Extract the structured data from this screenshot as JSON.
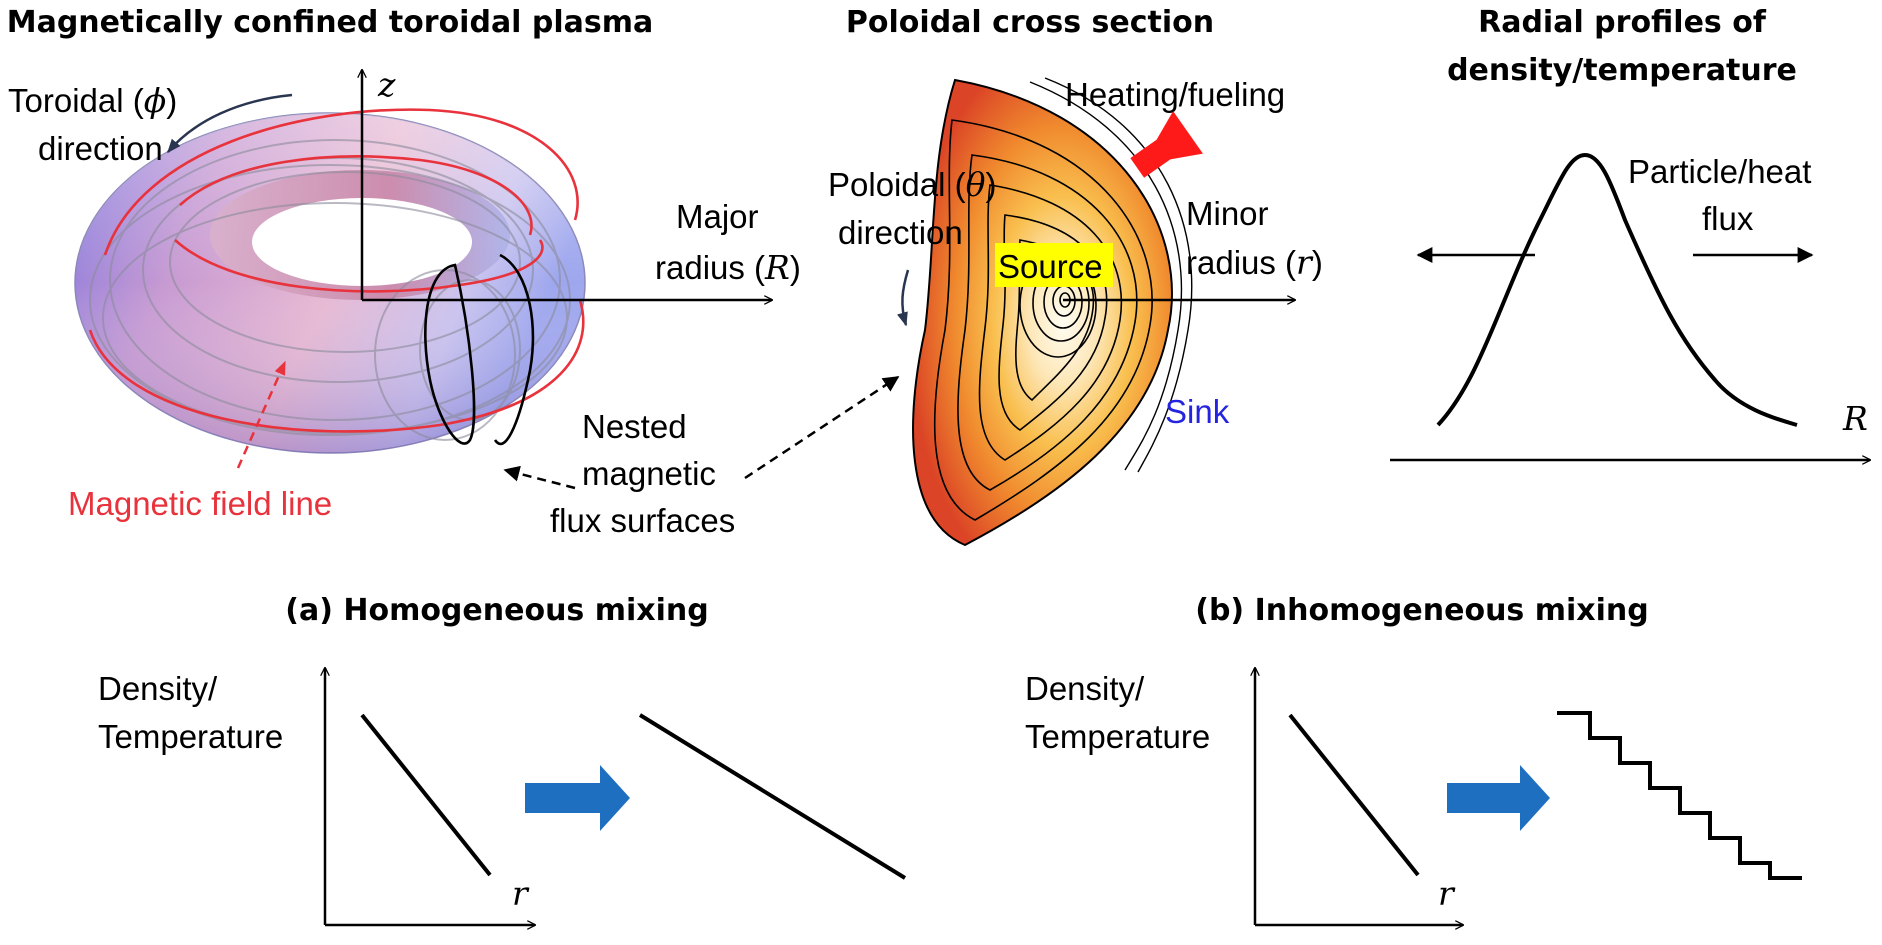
{
  "panels": {
    "torus": {
      "title": "Magnetically confined toroidal plasma",
      "toroidal_label_1": "Toroidal (",
      "toroidal_symbol": "ϕ",
      "toroidal_label_2": ")",
      "toroidal_label_3": "direction",
      "z_label": "z",
      "major_radius_1": "Major",
      "major_radius_2": "radius (",
      "major_radius_symbol": "R",
      "major_radius_3": ")",
      "field_line_label": "Magnetic field line",
      "nested_1": "Nested",
      "nested_2": "magnetic",
      "nested_3": "flux surfaces"
    },
    "cross_section": {
      "title": "Poloidal cross section",
      "heating_label": "Heating/fueling",
      "poloidal_1": "Poloidal (",
      "poloidal_symbol": "θ",
      "poloidal_2": ")",
      "poloidal_3": "direction",
      "source_label": "Source",
      "minor_1": "Minor",
      "minor_2": "radius (",
      "minor_symbol": "r",
      "minor_3": ")",
      "sink_label": "Sink"
    },
    "profiles": {
      "title_1": "Radial profiles of",
      "title_2": "density/temperature",
      "flux_1": "Particle/heat",
      "flux_2": "flux",
      "axis_label": "R"
    },
    "homogeneous": {
      "title": "(a) Homogeneous mixing",
      "ylabel_1": "Density/",
      "ylabel_2": "Temperature",
      "xlabel": "r"
    },
    "inhomogeneous": {
      "title": "(b) Inhomogeneous mixing",
      "ylabel_1": "Density/",
      "ylabel_2": "Temperature",
      "xlabel": "r"
    }
  },
  "colors": {
    "field_line": "#e8323c",
    "sink": "#2424e0",
    "mix_arrow": "#1f6fc0",
    "heater": "#ff1a1a",
    "source_highlight": "#ffff00"
  }
}
